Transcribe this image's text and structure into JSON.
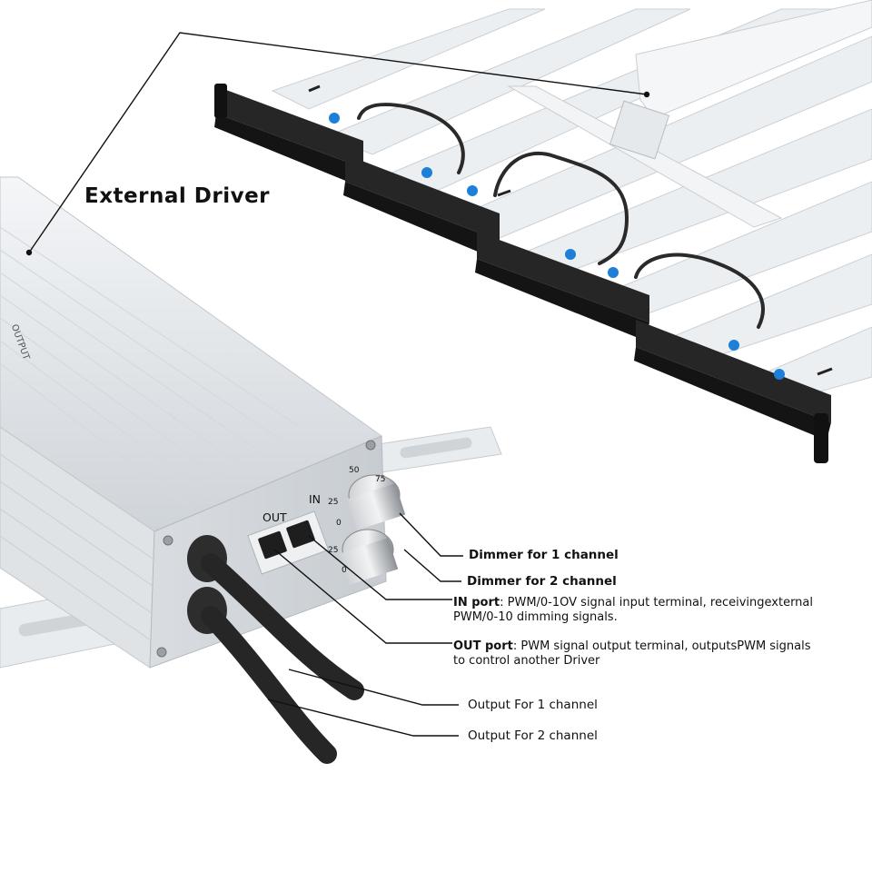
{
  "title": "External Driver",
  "callouts": {
    "dimmer1": "Dimmer for 1 channel",
    "dimmer2": "Dimmer for 2 channel",
    "in_port": {
      "label": "IN port",
      "desc_line1": ": PWM/0-1OV signal input terminal, receivingexternal",
      "desc_line2": "PWM/0-10 dimming signals."
    },
    "out_port": {
      "label": "OUT port",
      "desc_line1": ": PWM signal output terminal, outputsPWM signals",
      "desc_line2": "to control another Driver"
    },
    "output1": "Output  For 1 channel",
    "output2": "Output For 2 channel"
  },
  "driver_panel": {
    "port_out": "OUT",
    "port_in": "IN",
    "dial1_marks": [
      "50",
      "75",
      "25",
      "0"
    ],
    "dial2_marks": [
      "25",
      "0"
    ],
    "housing_text": "OUTPUT"
  },
  "colors": {
    "aluminum": "#e6e9ec",
    "driver_black": "#1c1c1c",
    "connector_blue": "#1e7fd8",
    "cable": "#2a2a2a",
    "leader_line": "#111111"
  }
}
